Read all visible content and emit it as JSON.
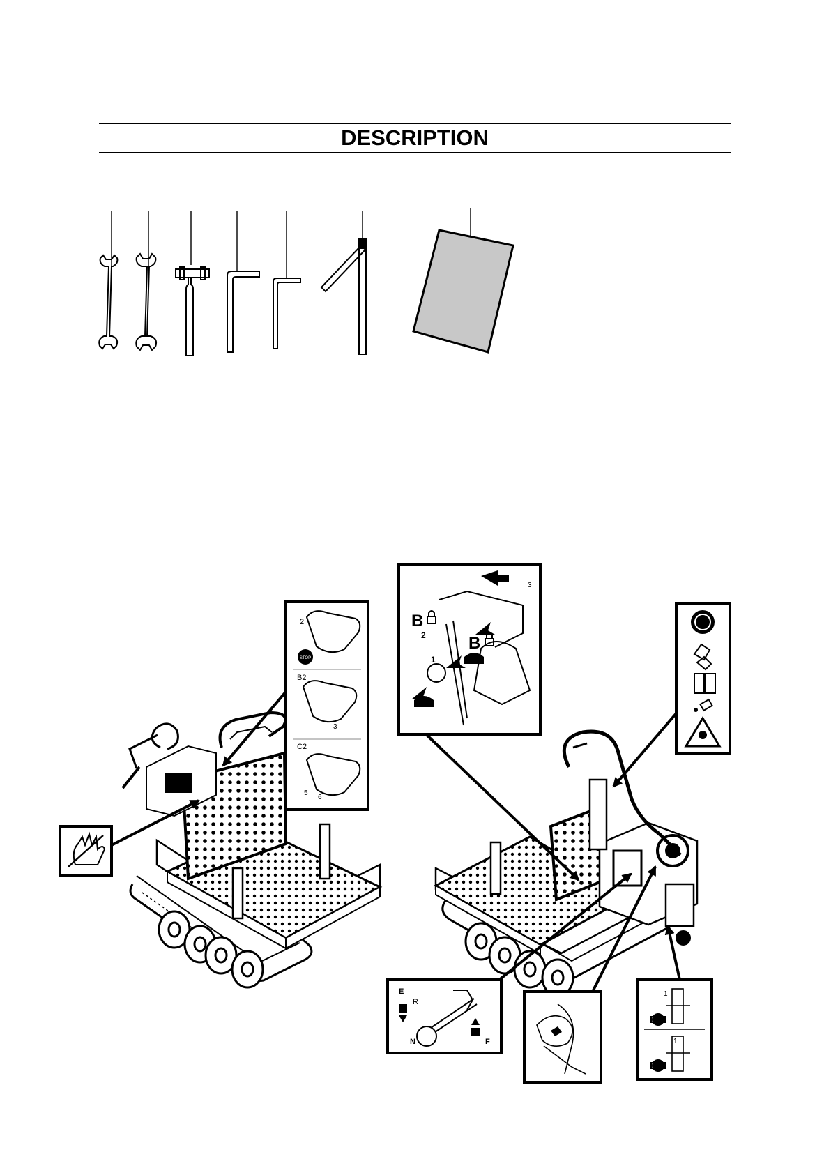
{
  "page": {
    "title": "DESCRIPTION"
  },
  "tools_row": {
    "items": [
      {
        "icon": "open-end-wrench-small"
      },
      {
        "icon": "open-end-wrench-large"
      },
      {
        "icon": "t-handle-socket-wrench"
      },
      {
        "icon": "hex-key-large"
      },
      {
        "icon": "hex-key-small"
      },
      {
        "icon": "tommy-bar-box-spanner"
      },
      {
        "icon": "instruction-manual"
      }
    ]
  },
  "callouts": {
    "controls_label": {
      "top_number": "2",
      "stop_badge": "STOP",
      "b2_label": "B2",
      "b2_number": "3",
      "c2_label": "C2",
      "c2_numbers": [
        "5",
        "6"
      ]
    },
    "brake_lever": {
      "b_letter_1": "B",
      "b_letter_2": "B",
      "number_1": "1",
      "number_2": "2",
      "number_3": "3"
    },
    "gear_lever": {
      "e": "E",
      "r": "R",
      "n": "N",
      "f": "F"
    },
    "hitch": {
      "number_top": "1",
      "number_bottom": "1"
    },
    "ppe_icons": [
      "eye-protection-icon",
      "gloves-icon",
      "safety-boots-icon",
      "ear-protection-icon",
      "warning-triangle-icon"
    ],
    "hand_crush_icon": "no-hands-icon"
  }
}
